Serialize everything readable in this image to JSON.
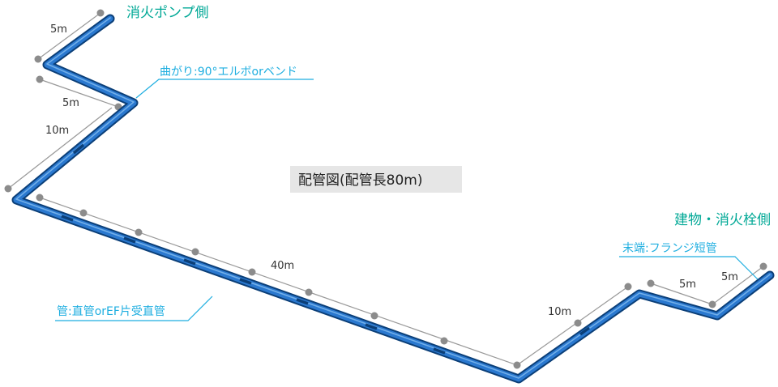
{
  "labels": {
    "pump_side": "消火ポンプ側",
    "building_side": "建物・消火栓側",
    "center_title": "配管図(配管長80m)",
    "elbow_callout": "曲がり:90°エルボorベンド",
    "end_callout": "末端:フランジ短管",
    "pipe_callout": "管:直管orEF片受直管"
  },
  "dimensions": {
    "seg_top": "5m",
    "seg_second": "5m",
    "seg_diagonal": "10m",
    "seg_long": "40m",
    "seg_right_diagonal": "10m",
    "seg_right_flat": "5m",
    "seg_right_end": "5m"
  },
  "colors": {
    "pipe_outline": "#0b3f78",
    "pipe_body": "#2a78cf",
    "pipe_highlight": "#7fb8ec",
    "dimension_line": "#999999",
    "dimension_dot": "#8c8c8c",
    "title_teal": "#00a896",
    "callout_cyan": "#1eaee0",
    "center_box": "#e6e6e6"
  }
}
